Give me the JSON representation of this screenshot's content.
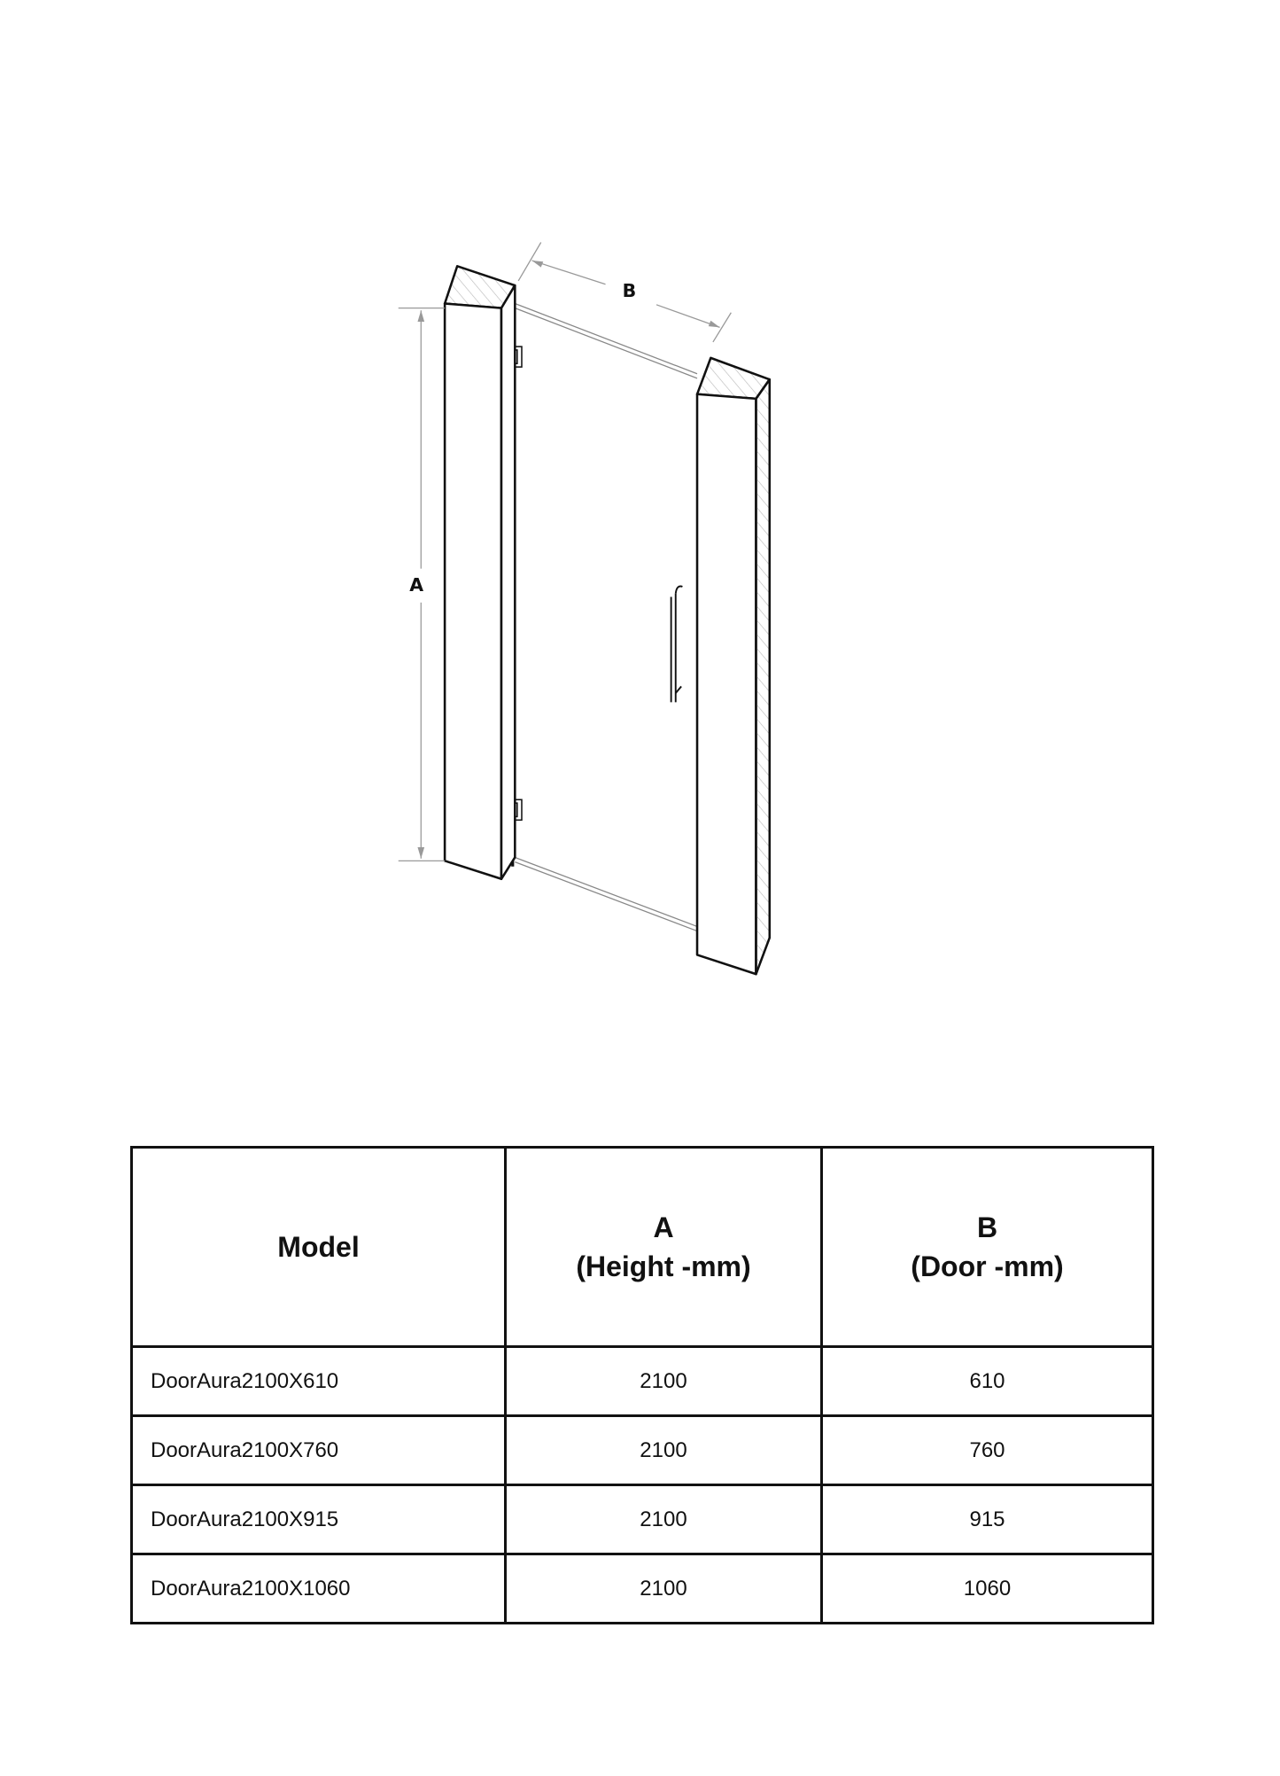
{
  "diagram": {
    "label_a": "A",
    "label_b": "B"
  },
  "table": {
    "headers": [
      {
        "line1": "Model",
        "line2": ""
      },
      {
        "line1": "A",
        "line2": "(Height -mm)"
      },
      {
        "line1": "B",
        "line2": "(Door -mm)"
      }
    ],
    "rows": [
      {
        "model": "DoorAura2100X610",
        "height": "2100",
        "door": "610"
      },
      {
        "model": "DoorAura2100X760",
        "height": "2100",
        "door": "760"
      },
      {
        "model": "DoorAura2100X915",
        "height": "2100",
        "door": "915"
      },
      {
        "model": "DoorAura2100X1060",
        "height": "2100",
        "door": "1060"
      }
    ]
  }
}
